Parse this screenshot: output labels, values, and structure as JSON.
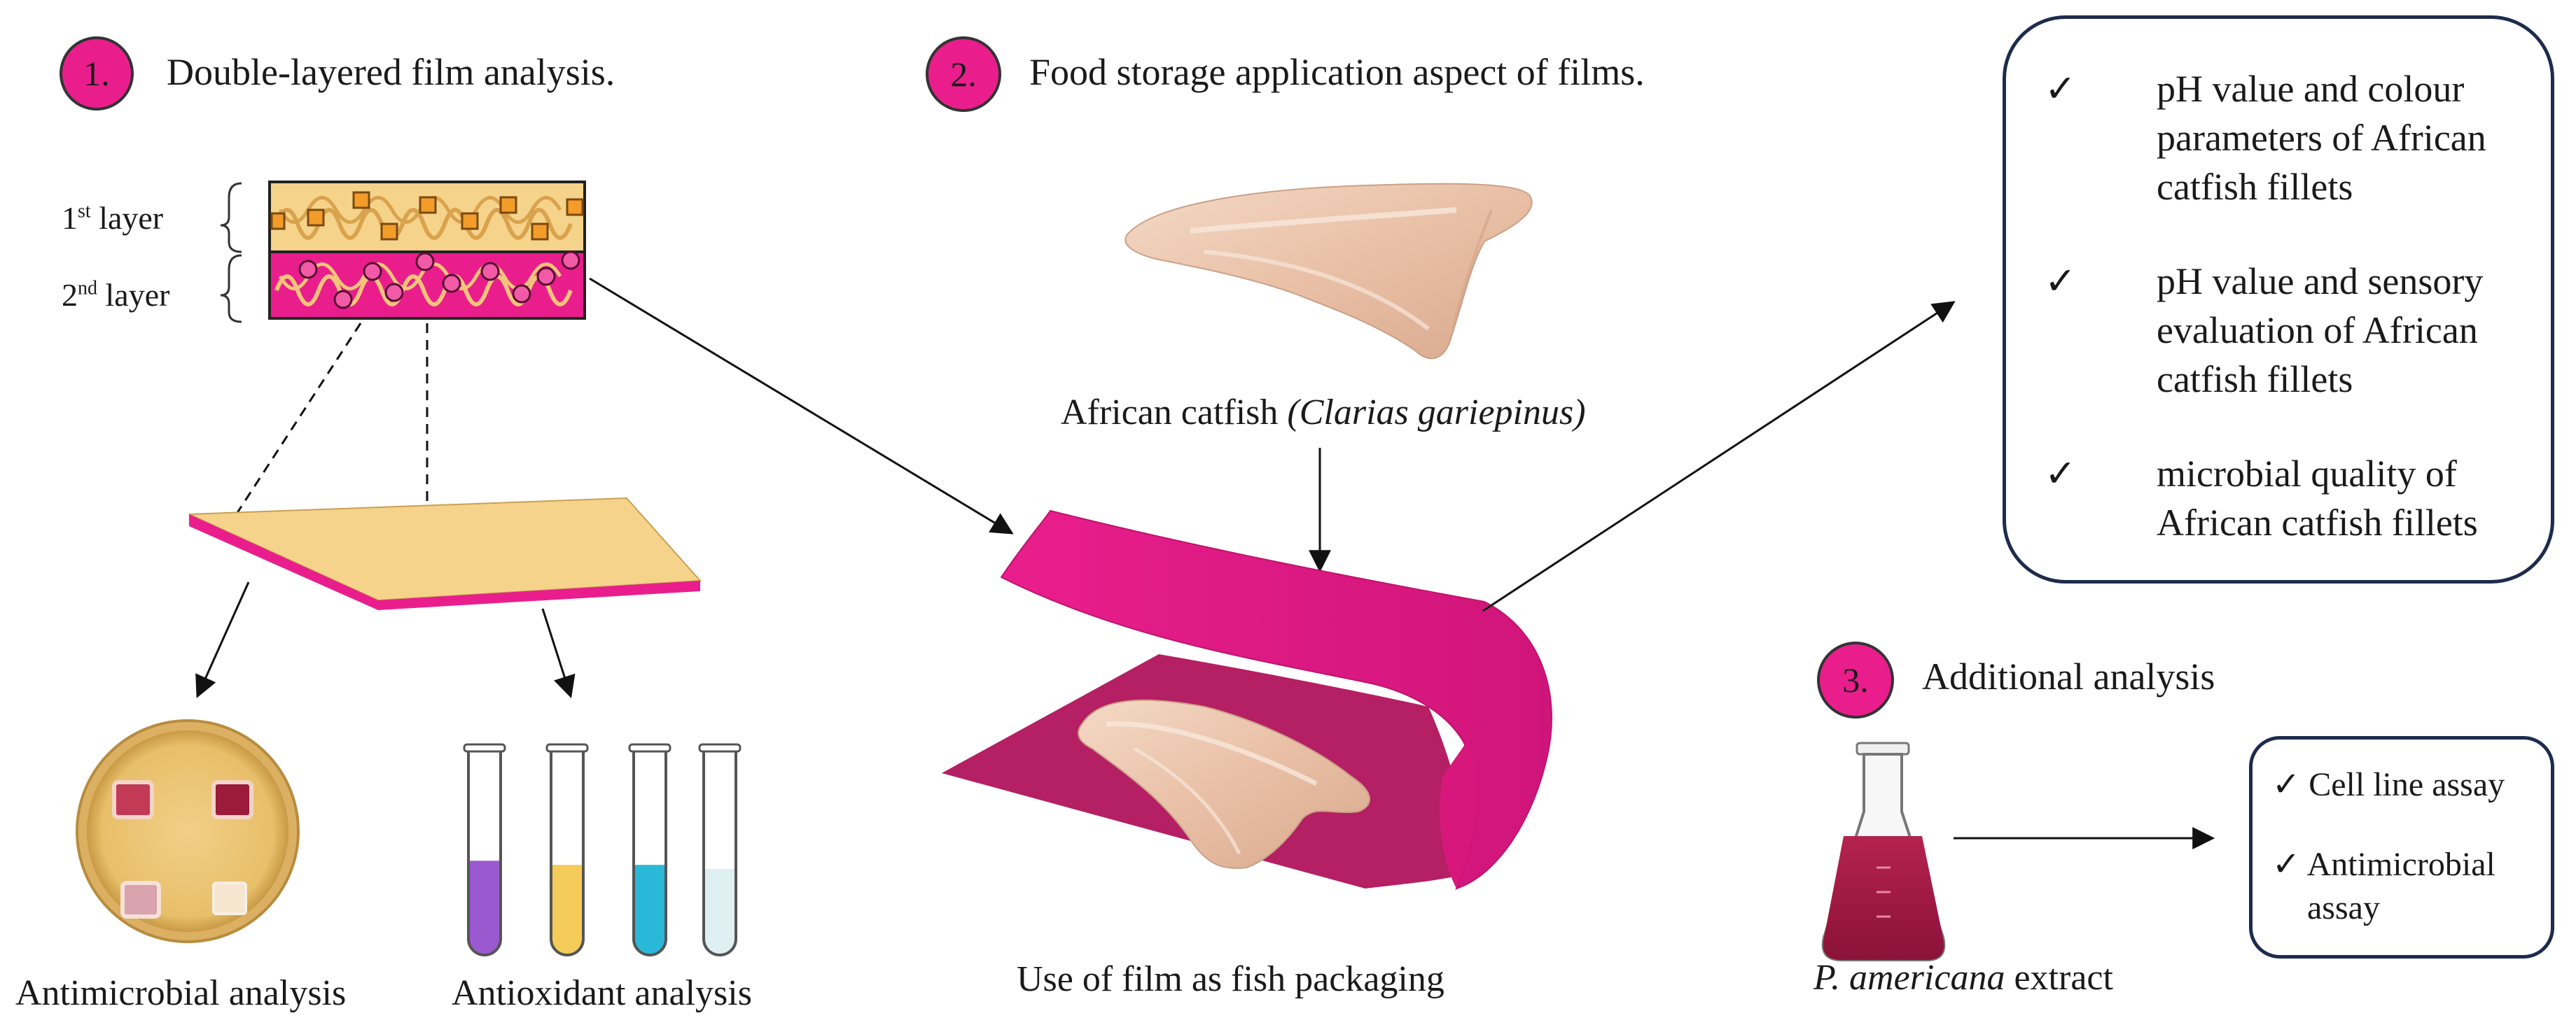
{
  "sections": [
    {
      "number": "1.",
      "title": "Double-layered film analysis."
    },
    {
      "number": "2.",
      "title": "Food storage application aspect of films."
    },
    {
      "number": "3.",
      "title": "Additional analysis"
    }
  ],
  "film_layers": {
    "first": {
      "ordinal": "1",
      "suffix": "st",
      "word": "layer"
    },
    "second": {
      "ordinal": "2",
      "suffix": "nd",
      "word": "layer"
    }
  },
  "analysis_labels": {
    "antimicrobial": "Antimicrobial analysis",
    "antioxidant": "Antioxidant analysis"
  },
  "fish": {
    "common_name": "African catfish",
    "scientific_name": "(Clarias gariepinus)"
  },
  "packaging_label": "Use of film as fish packaging",
  "results_box": {
    "check": "✓",
    "items": [
      [
        "pH value and colour",
        "parameters of African",
        "catfish fillets"
      ],
      [
        "pH value and sensory",
        "evaluation of African",
        "catfish fillets"
      ],
      [
        "microbial quality of",
        "African catfish fillets"
      ]
    ]
  },
  "extract": {
    "italic_part": "P. americana",
    "rest": " extract"
  },
  "assay_box": {
    "check": "✓",
    "items": [
      [
        "Cell line assay"
      ],
      [
        "Antimicrobial",
        "assay"
      ]
    ]
  },
  "colors": {
    "magenta": "#e91e8c",
    "dark_magenta": "#b0185e",
    "tan": "#f6d38a",
    "navy": "#1d2c4d"
  },
  "tubes": [
    {
      "liquid": "#9b59d0",
      "level": 0.46
    },
    {
      "liquid": "#f5cc5a",
      "level": 0.44
    },
    {
      "liquid": "#2ab8d8",
      "level": 0.44
    },
    {
      "liquid": "#dff0f2",
      "level": 0.42
    }
  ]
}
